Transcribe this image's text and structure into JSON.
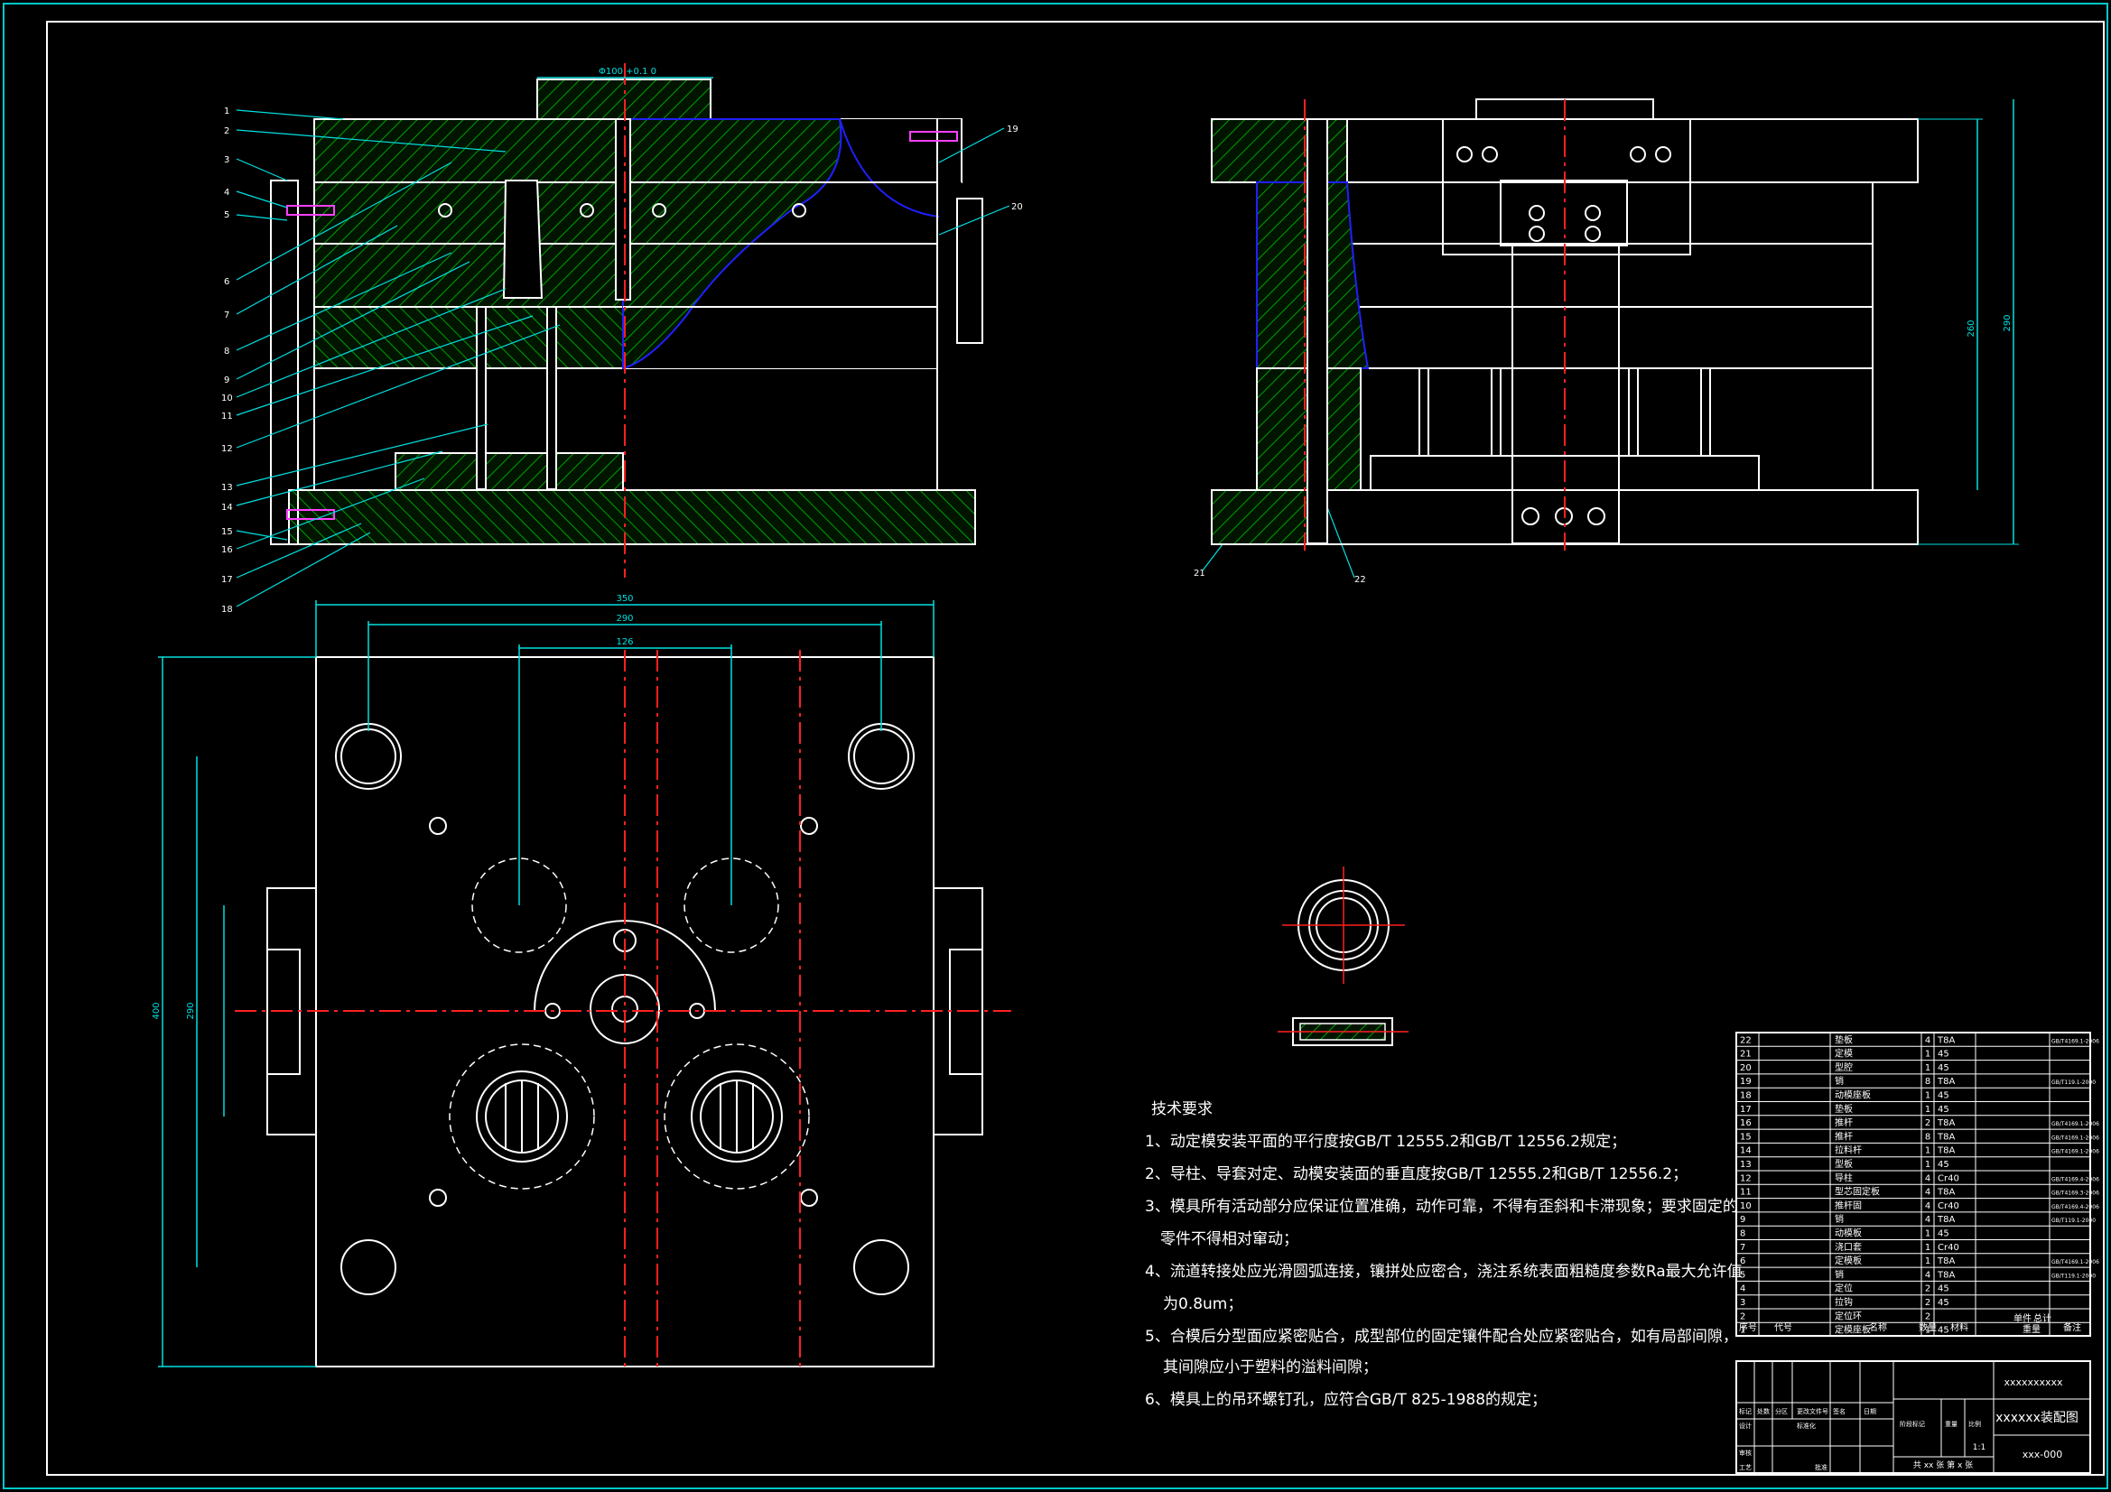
{
  "tech_requirements": {
    "title": "技术要求",
    "items": [
      "1、动定模安装平面的平行度按GB/T 12555.2和GB/T 12556.2规定；",
      "2、导柱、导套对定、动模安装面的垂直度按GB/T 12555.2和GB/T 12556.2；",
      "3、模具所有活动部分应保证位置准确，动作可靠，不得有歪斜和卡滞现象；要求固定的",
      "零件不得相对窜动；",
      "4、流道转接处应光滑圆弧连接，镶拼处应密合，浇注系统表面粗糙度参数Ra最大允许值",
      "为0.8um；",
      "5、合模后分型面应紧密贴合，成型部位的固定镶件配合处应紧密贴合，如有局部间隙，",
      "其间隙应小于塑料的溢料间隙；",
      "6、模具上的吊环螺钉孔，应符合GB/T 825-1988的规定；"
    ]
  },
  "part_callouts": [
    "1",
    "2",
    "3",
    "4",
    "5",
    "6",
    "7",
    "8",
    "9",
    "10",
    "11",
    "12",
    "13",
    "14",
    "15",
    "16",
    "17",
    "18",
    "19",
    "20",
    "21",
    "22"
  ],
  "dimensions": {
    "top_bore": "Φ100 +0.1 0",
    "plan_width_overall": "350",
    "plan_width_guides": "290",
    "plan_width_inner": "126",
    "plan_height_overall": "400",
    "plan_height_inner": "290",
    "side_height_a": "260",
    "side_height_b": "290"
  },
  "bom": {
    "rows": [
      {
        "no": "22",
        "name": "垫板",
        "qty": "4",
        "mat": "T8A",
        "std": "GB/T4169.1-2006"
      },
      {
        "no": "21",
        "name": "定模",
        "qty": "1",
        "mat": "45",
        "std": ""
      },
      {
        "no": "20",
        "name": "型腔",
        "qty": "1",
        "mat": "45",
        "std": ""
      },
      {
        "no": "19",
        "name": "销",
        "qty": "8",
        "mat": "T8A",
        "std": "GB/T119.1-2000"
      },
      {
        "no": "18",
        "name": "动模座板",
        "qty": "1",
        "mat": "45",
        "std": ""
      },
      {
        "no": "17",
        "name": "垫板",
        "qty": "1",
        "mat": "45",
        "std": ""
      },
      {
        "no": "16",
        "name": "推杆",
        "qty": "2",
        "mat": "T8A",
        "std": "GB/T4169.1-2006"
      },
      {
        "no": "15",
        "name": "推杆",
        "qty": "8",
        "mat": "T8A",
        "std": "GB/T4169.1-2006"
      },
      {
        "no": "14",
        "name": "拉料杆",
        "qty": "1",
        "mat": "T8A",
        "std": "GB/T4169.1-2006"
      },
      {
        "no": "13",
        "name": "型板",
        "qty": "1",
        "mat": "45",
        "std": ""
      },
      {
        "no": "12",
        "name": "导柱",
        "qty": "4",
        "mat": "Cr40",
        "std": "GB/T4169.4-2006"
      },
      {
        "no": "11",
        "name": "型芯固定板",
        "qty": "4",
        "mat": "T8A",
        "std": "GB/T4169.3-2006"
      },
      {
        "no": "10",
        "name": "推杆固",
        "qty": "4",
        "mat": "Cr40",
        "std": "GB/T4169.4-2006"
      },
      {
        "no": "9",
        "name": "销",
        "qty": "4",
        "mat": "T8A",
        "std": "GB/T119.1-2000"
      },
      {
        "no": "8",
        "name": "动模板",
        "qty": "1",
        "mat": "45",
        "std": ""
      },
      {
        "no": "7",
        "name": "浇口套",
        "qty": "1",
        "mat": "Cr40",
        "std": ""
      },
      {
        "no": "6",
        "name": "定模板",
        "qty": "1",
        "mat": "T8A",
        "std": "GB/T4169.1-2006"
      },
      {
        "no": "5",
        "name": "销",
        "qty": "4",
        "mat": "T8A",
        "std": "GB/T119.1-2000"
      },
      {
        "no": "4",
        "name": "定位",
        "qty": "2",
        "mat": "45",
        "std": ""
      },
      {
        "no": "3",
        "name": "拉钩",
        "qty": "2",
        "mat": "45",
        "std": ""
      },
      {
        "no": "2",
        "name": "定位环",
        "qty": "2",
        "mat": "",
        "std": ""
      },
      {
        "no": "1",
        "name": "定模座板",
        "qty": "1",
        "mat": "45",
        "std": ""
      }
    ],
    "headers": [
      "序号",
      "代号",
      "名称",
      "数量",
      "材料",
      "单件",
      "总计",
      "备注"
    ],
    "header_weight": "重量"
  },
  "title_block": {
    "company": "xxxxxxxxxx",
    "drawing_title": "xxxxxx装配图",
    "drawing_no": "xxx-000",
    "scale": "1:1",
    "sheets": "共 xx 张  第 x 张",
    "labels": [
      "标记",
      "处数",
      "分区",
      "更改文件号",
      "签名",
      "日期",
      "设计",
      "标准化",
      "阶段标记",
      "重量",
      "比例",
      "审核",
      "工艺",
      "批准"
    ]
  },
  "colors": {
    "border": "#00c8c8",
    "line": "#ffffff",
    "hatch": "#00a000",
    "center": "#ff2020",
    "dim": "#00e0e0",
    "hidden": "#2020ff"
  }
}
